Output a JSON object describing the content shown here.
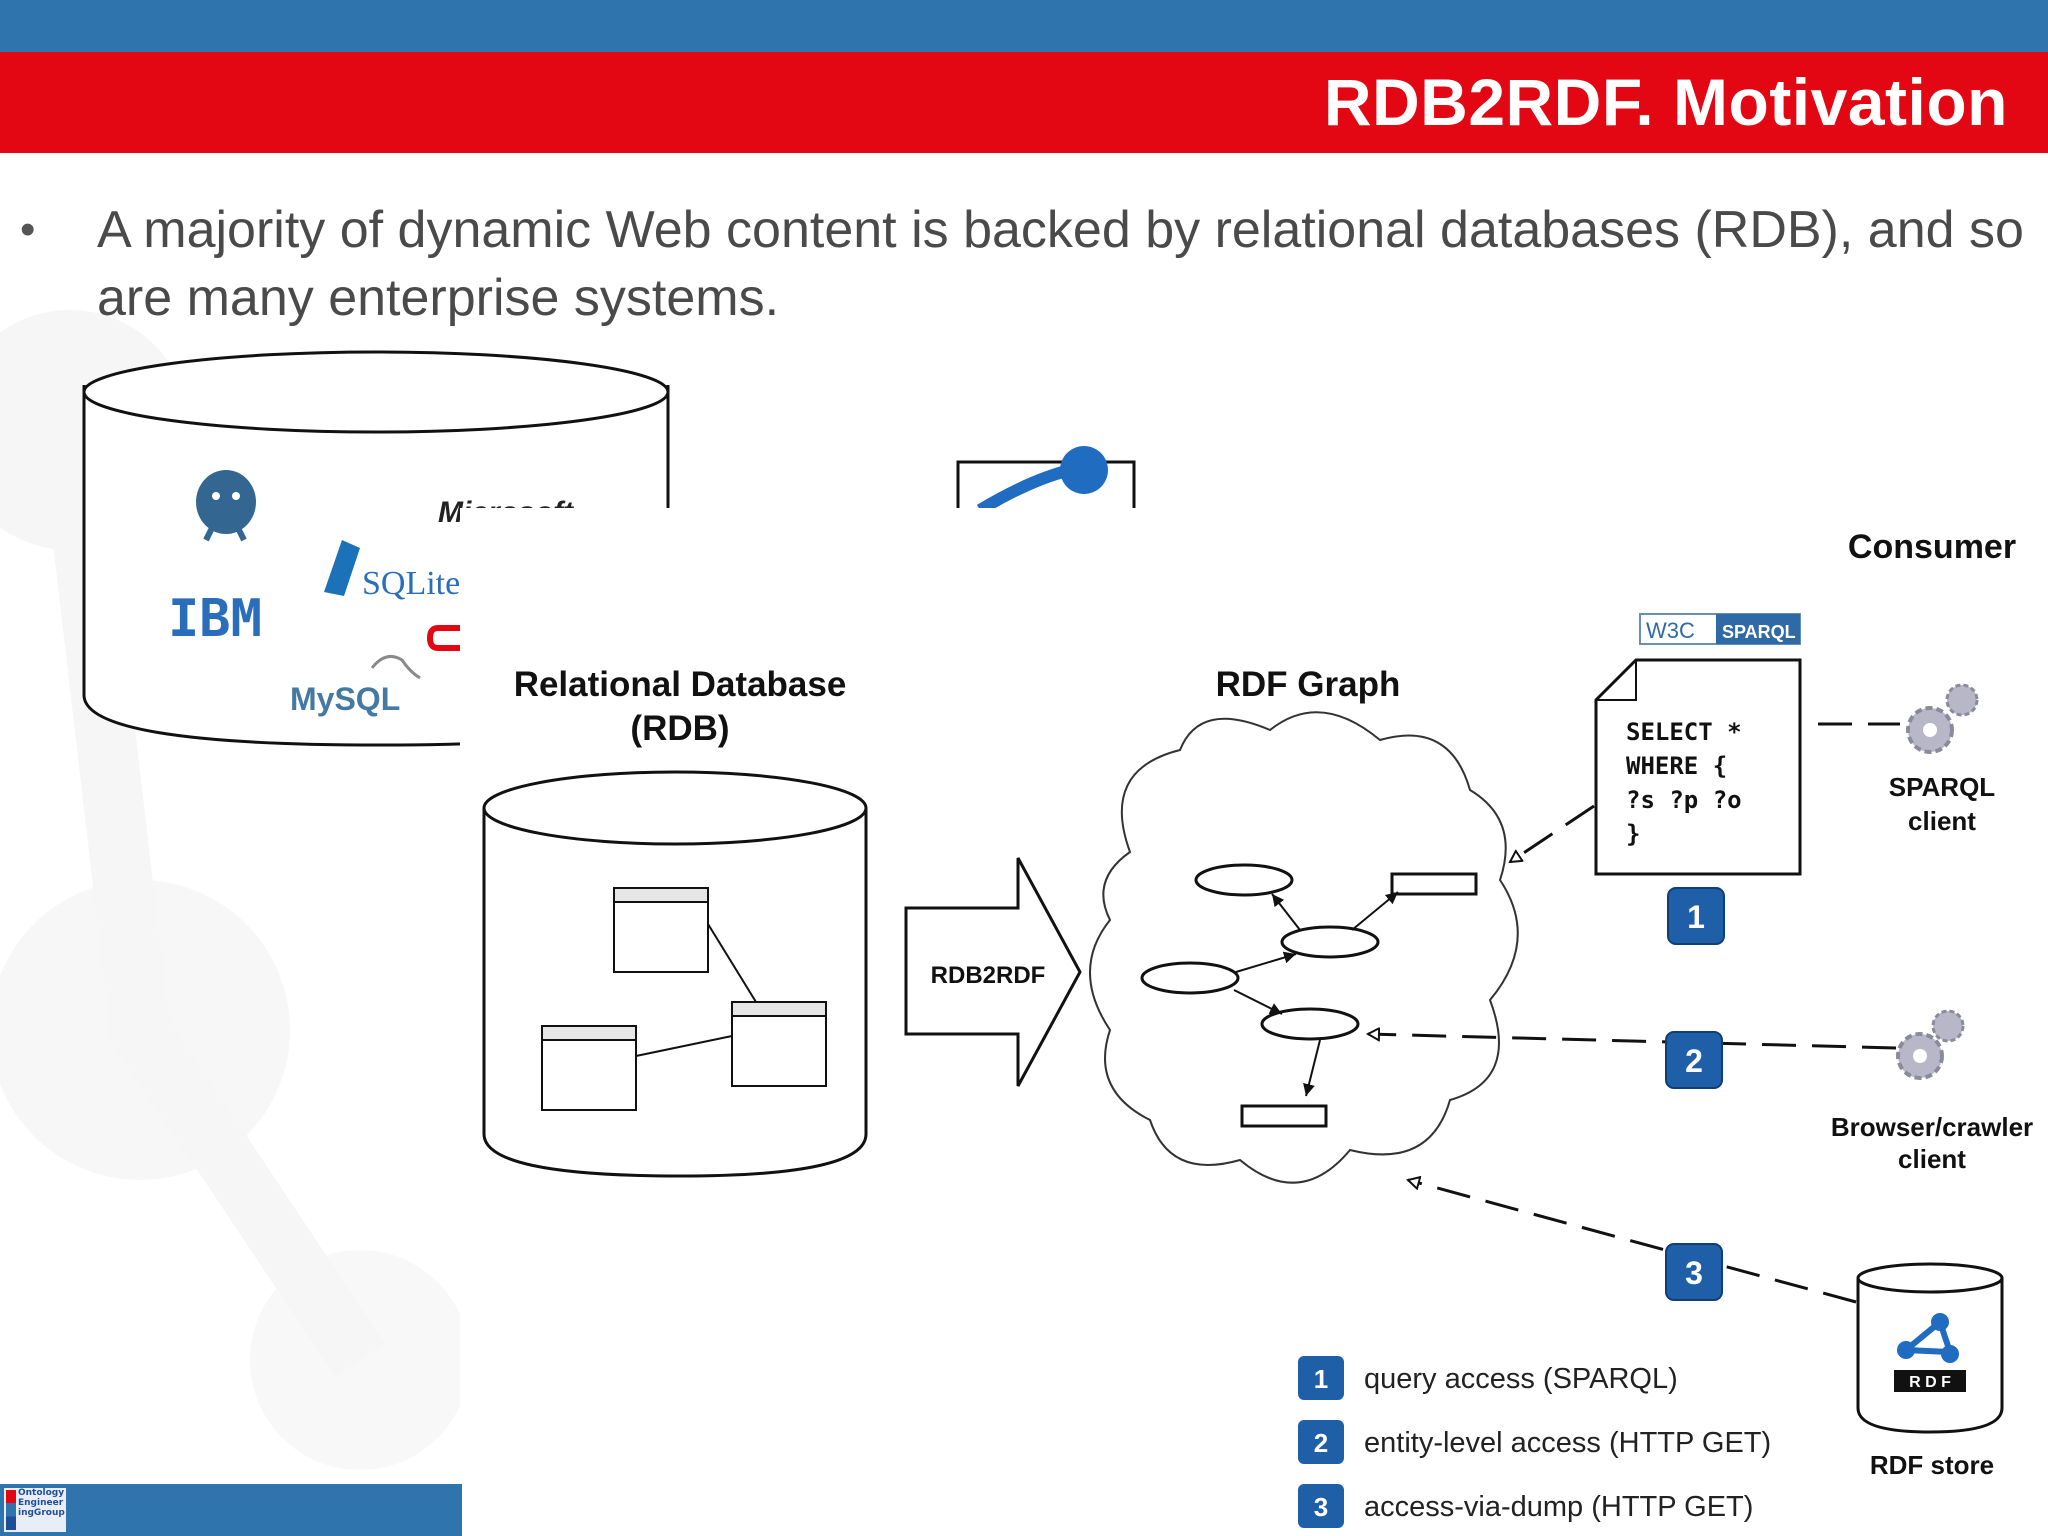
{
  "slide": {
    "title": "RDB2RDF. Motivation",
    "bullet": "A majority of dynamic Web content is backed by relational databases (RDB), and so are many enterprise systems."
  },
  "db_logos": {
    "ibm": "IBM",
    "sqlite": "SQLite",
    "mysql": "MySQL",
    "microsoft": "Microsoft"
  },
  "diagram": {
    "rdb_label_line1": "Relational Database",
    "rdb_label_line2": "(RDB)",
    "arrow_label": "RDB2RDF",
    "rdf_graph_label": "RDF Graph",
    "consumer_label": "Consumer",
    "w3c_badge": "W3C",
    "sparql_badge": "SPARQL",
    "query_lines": [
      "SELECT *",
      "WHERE {",
      "?s ?p ?o",
      "}"
    ],
    "sparql_client_line1": "SPARQL",
    "sparql_client_line2": "client",
    "browser_client_line1": "Browser/crawler",
    "browser_client_line2": "client",
    "rdf_store_label": "RDF store",
    "rdf_logo_text": "R D F",
    "markers": [
      "1",
      "2",
      "3"
    ],
    "legend": [
      {
        "num": "1",
        "text": "query access (SPARQL)"
      },
      {
        "num": "2",
        "text": "entity-level access (HTTP GET)"
      },
      {
        "num": "3",
        "text": "access-via-dump (HTTP GET)"
      }
    ]
  },
  "footer": {
    "logo_lines": [
      "Ontology",
      "Engineer",
      "ingGroup"
    ]
  },
  "colors": {
    "top_band": "#2f74ad",
    "title_band": "#e30613",
    "marker_blue": "#1f5fa8"
  }
}
